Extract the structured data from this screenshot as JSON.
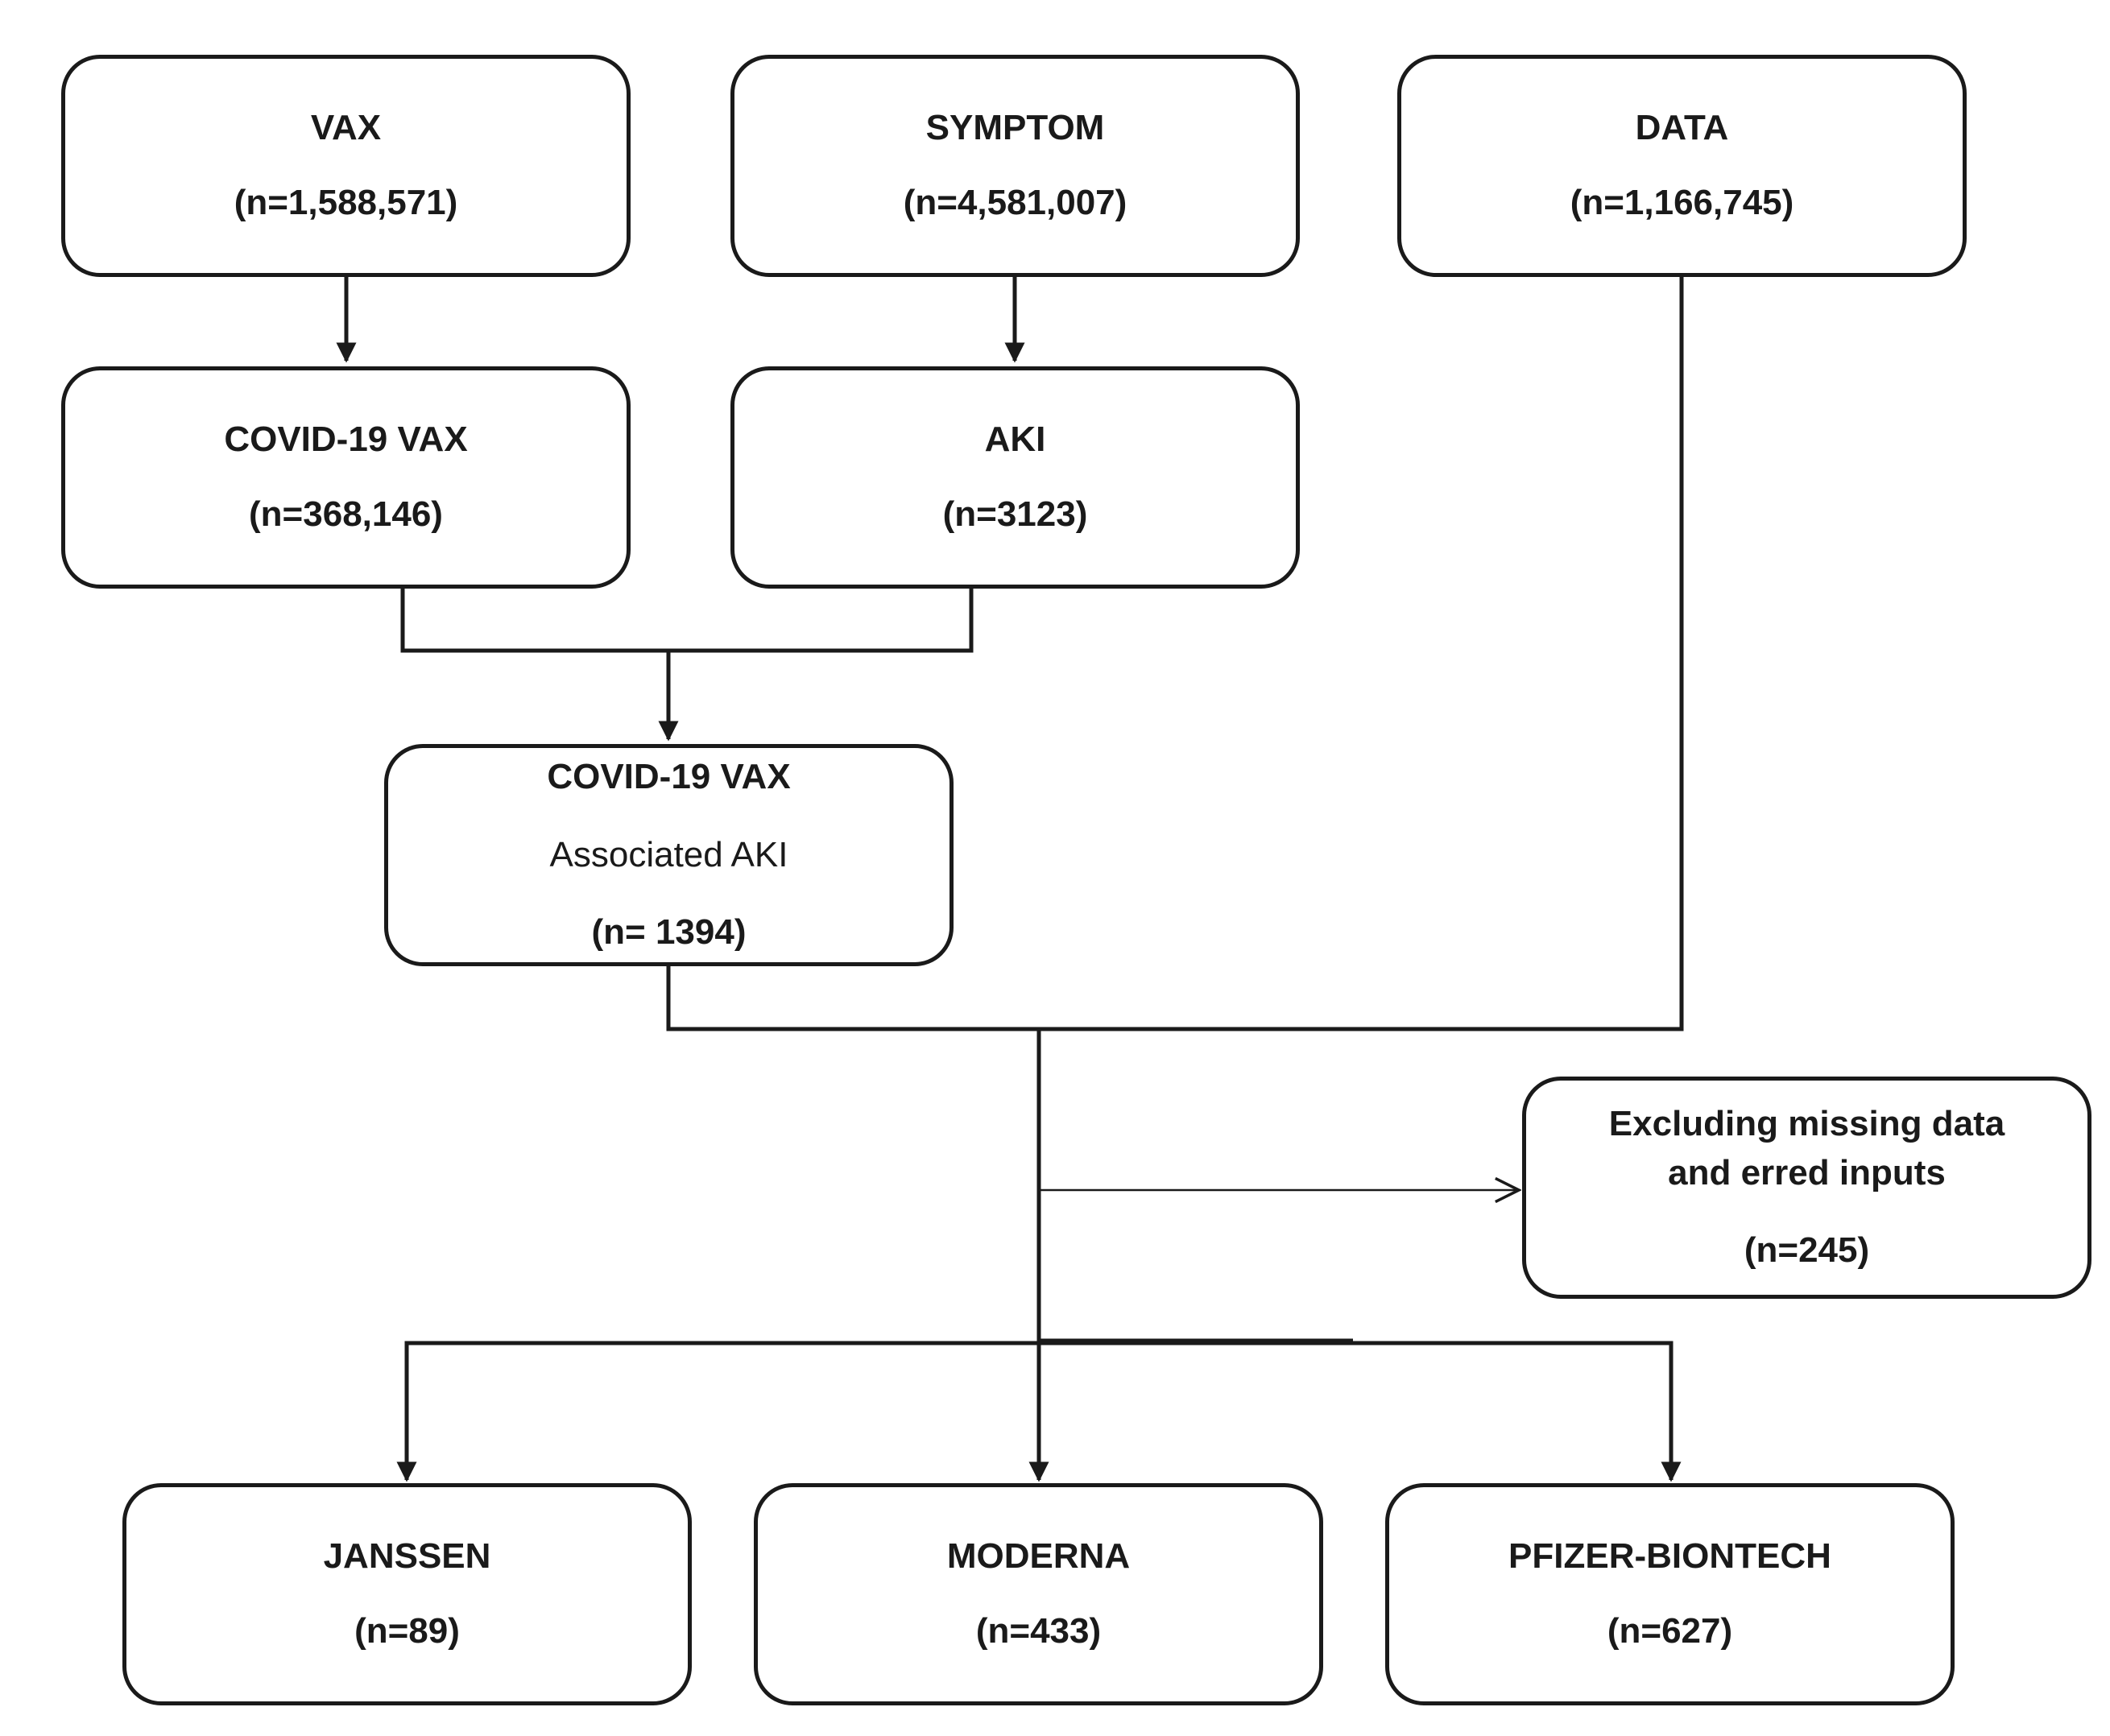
{
  "nodes": {
    "vax": {
      "title": "VAX",
      "count": "(n=1,588,571)"
    },
    "symptom": {
      "title": "SYMPTOM",
      "count": "(n=4,581,007)"
    },
    "data": {
      "title": "DATA",
      "count": "(n=1,166,745)"
    },
    "covid_vax": {
      "title": "COVID-19 VAX",
      "count": "(n=368,146)"
    },
    "aki": {
      "title": "AKI",
      "count": "(n=3123)"
    },
    "assoc_aki": {
      "title_line1": "COVID-19 VAX",
      "title_line2": "Associated AKI",
      "count": "(n= 1394)"
    },
    "excluded": {
      "title_line1": "Excluding missing data",
      "title_line2": "and erred inputs",
      "count": "(n=245)"
    },
    "janssen": {
      "title": "JANSSEN",
      "count": "(n=89)"
    },
    "moderna": {
      "title": "MODERNA",
      "count": "(n=433)"
    },
    "pfizer": {
      "title": "PFIZER-BIONTECH",
      "count": "(n=627)"
    }
  },
  "colors": {
    "stroke": "#1a1a1a",
    "background": "#ffffff"
  }
}
